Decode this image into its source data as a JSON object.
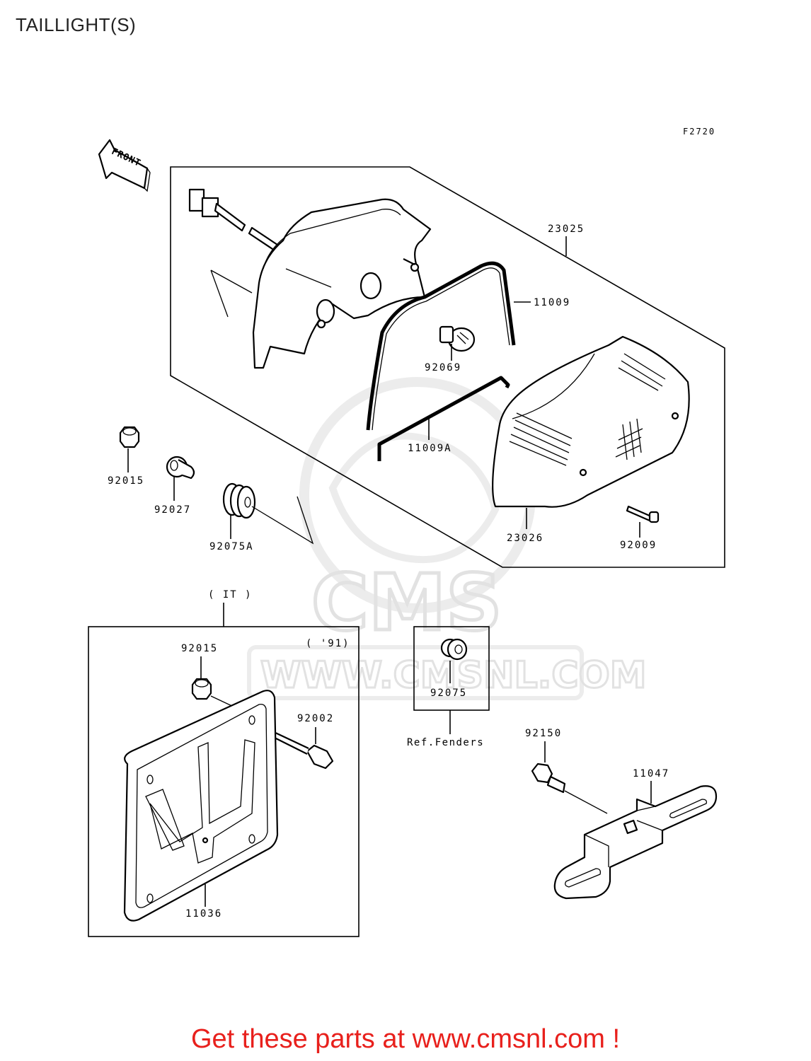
{
  "header": {
    "title": "TAILLIGHT(S)"
  },
  "figure_code": "F2720",
  "front_arrow": {
    "label": "FRONT"
  },
  "watermark": {
    "brand": "CMS",
    "url": "WWW.CMSNL.COM"
  },
  "parts": {
    "p23025": "23025",
    "p11009": "11009",
    "p92069": "92069",
    "p11009A": "11009A",
    "p23026": "23026",
    "p92009": "92009",
    "p92015_top": "92015",
    "p92027": "92027",
    "p92075A": "92075A",
    "p92015_box": "92015",
    "p92002": "92002",
    "p11036": "11036",
    "p92075": "92075",
    "p92150": "92150",
    "p11047": "11047"
  },
  "notes": {
    "it": "( IT )",
    "year91": "( '91)",
    "ref_fenders": "Ref.Fenders"
  },
  "cta": "Get these parts at www.cmsnl.com !"
}
